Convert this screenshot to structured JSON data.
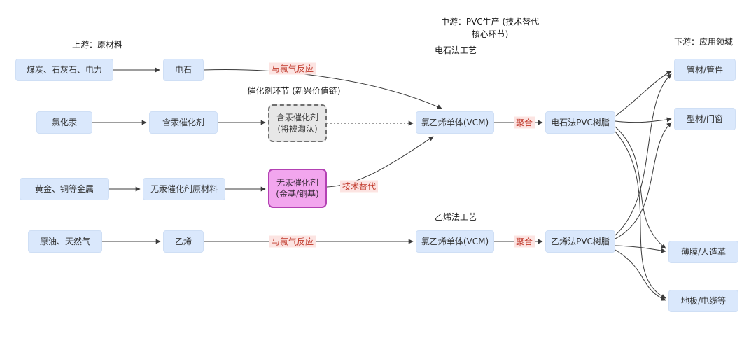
{
  "diagram": {
    "section_labels": {
      "upstream": "上游：原材料",
      "midstream_line1": "中游：PVC生产 (技术替代",
      "midstream_line2": "核心环节)",
      "carbide_process": "电石法工艺",
      "catalyst_chain": "催化剂环节 (新兴价值链)",
      "ethylene_process": "乙烯法工艺",
      "downstream": "下游：应用领域"
    },
    "nodes": {
      "coal": "煤炭、石灰石、电力",
      "carbide": "电石",
      "mercury_chloride": "氯化汞",
      "mercury_catalyst": "含汞催化剂",
      "mercury_catalyst_obsolete_line1": "含汞催化剂",
      "mercury_catalyst_obsolete_line2": "(将被淘汰)",
      "gold": "黄金、铜等金属",
      "mercury_free_raw": "无汞催化剂原材料",
      "mercury_free_catalyst_line1": "无汞催化剂",
      "mercury_free_catalyst_line2": "(金基/铜基)",
      "oil": "原油、天然气",
      "ethylene": "乙烯",
      "vcm_top": "氯乙烯单体(VCM)",
      "vcm_bottom": "氯乙烯单体(VCM)",
      "pvc_carbide": "电石法PVC树脂",
      "pvc_ethylene": "乙烯法PVC树脂",
      "pipe": "管材/管件",
      "profile": "型材/门窗",
      "film": "薄膜/人造革",
      "floor": "地板/电缆等"
    },
    "edge_labels": {
      "chlorine_top": "与氯气反应",
      "polymerize_top": "聚合",
      "tech_substitute": "技术替代",
      "chlorine_bottom": "与氯气反应",
      "polymerize_bottom": "聚合"
    },
    "colors": {
      "node_fill": "#dae8fc",
      "node_border": "#cfdff5",
      "obsolete_fill": "#e7e7e7",
      "obsolete_border": "#707070",
      "highlight_fill": "#f2a6ee",
      "highlight_border": "#b341b3",
      "edge_label_color": "#c0392b",
      "edge_label_bg": "#fce4e2",
      "arrow_color": "#3b3b3b"
    }
  }
}
